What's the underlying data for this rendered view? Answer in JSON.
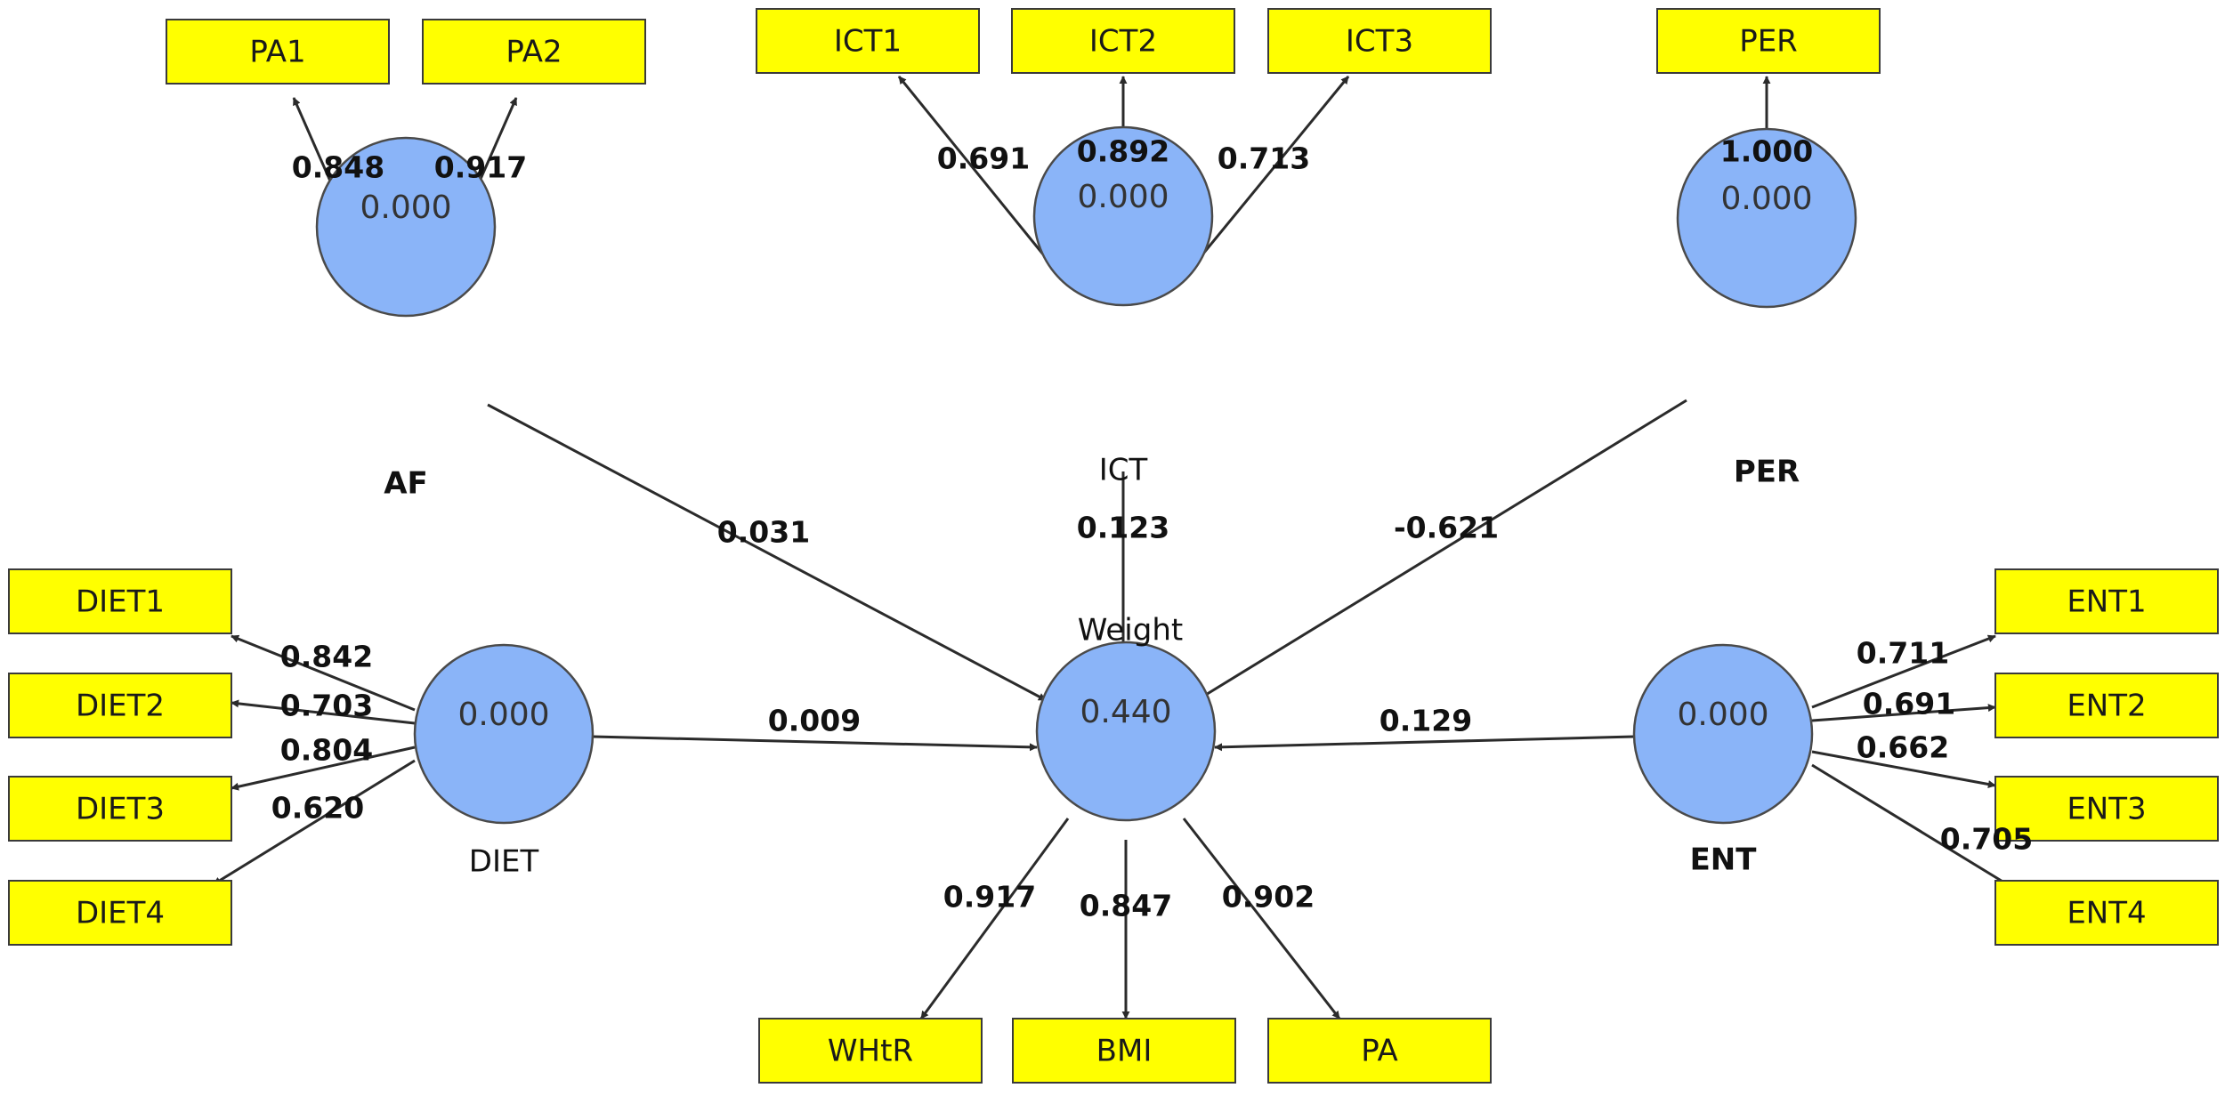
{
  "constructs": [
    {
      "id": "AF",
      "name": "AF",
      "value": "0.000"
    },
    {
      "id": "ICT",
      "name": "ICT",
      "value": "0.000"
    },
    {
      "id": "PER",
      "name": "PER",
      "value": "0.000"
    },
    {
      "id": "DIET",
      "name": "DIET",
      "value": "0.000"
    },
    {
      "id": "WEIGHT",
      "name": "Weight",
      "value": "0.440"
    },
    {
      "id": "ENT",
      "name": "ENT",
      "value": "0.000"
    }
  ],
  "indicators": [
    {
      "id": "PA1",
      "label": "PA1"
    },
    {
      "id": "PA2",
      "label": "PA2"
    },
    {
      "id": "ICT1",
      "label": "ICT1"
    },
    {
      "id": "ICT2",
      "label": "ICT2"
    },
    {
      "id": "ICT3",
      "label": "ICT3"
    },
    {
      "id": "PER_IND",
      "label": "PER"
    },
    {
      "id": "DIET1",
      "label": "DIET1"
    },
    {
      "id": "DIET2",
      "label": "DIET2"
    },
    {
      "id": "DIET3",
      "label": "DIET3"
    },
    {
      "id": "DIET4",
      "label": "DIET4"
    },
    {
      "id": "ENT1",
      "label": "ENT1"
    },
    {
      "id": "ENT2",
      "label": "ENT2"
    },
    {
      "id": "ENT3",
      "label": "ENT3"
    },
    {
      "id": "ENT4",
      "label": "ENT4"
    },
    {
      "id": "WHTR",
      "label": "WHtR"
    },
    {
      "id": "BMI",
      "label": "BMI"
    },
    {
      "id": "PA",
      "label": "PA"
    }
  ],
  "edges": [
    {
      "from": "AF",
      "to": "PA1",
      "weight": "0.848"
    },
    {
      "from": "AF",
      "to": "PA2",
      "weight": "0.917"
    },
    {
      "from": "ICT",
      "to": "ICT1",
      "weight": "0.691"
    },
    {
      "from": "ICT",
      "to": "ICT2",
      "weight": "0.892"
    },
    {
      "from": "ICT",
      "to": "ICT3",
      "weight": "0.713"
    },
    {
      "from": "PER",
      "to": "PER_IND",
      "weight": "1.000"
    },
    {
      "from": "DIET",
      "to": "DIET1",
      "weight": "0.842"
    },
    {
      "from": "DIET",
      "to": "DIET2",
      "weight": "0.703"
    },
    {
      "from": "DIET",
      "to": "DIET3",
      "weight": "0.804"
    },
    {
      "from": "DIET",
      "to": "DIET4",
      "weight": "0.620"
    },
    {
      "from": "ENT",
      "to": "ENT1",
      "weight": "0.711"
    },
    {
      "from": "ENT",
      "to": "ENT2",
      "weight": "0.691"
    },
    {
      "from": "ENT",
      "to": "ENT3",
      "weight": "0.662"
    },
    {
      "from": "ENT",
      "to": "ENT4",
      "weight": "0.705"
    },
    {
      "from": "WEIGHT",
      "to": "WHTR",
      "weight": "0.917"
    },
    {
      "from": "WEIGHT",
      "to": "BMI",
      "weight": "0.847"
    },
    {
      "from": "WEIGHT",
      "to": "PA",
      "weight": "0.902"
    },
    {
      "from": "AF",
      "to": "WEIGHT",
      "weight": "0.031"
    },
    {
      "from": "ICT",
      "to": "WEIGHT",
      "weight": "0.123"
    },
    {
      "from": "PER",
      "to": "WEIGHT",
      "weight": "-0.621"
    },
    {
      "from": "DIET",
      "to": "WEIGHT",
      "weight": "0.009"
    },
    {
      "from": "ENT",
      "to": "WEIGHT",
      "weight": "0.129"
    }
  ],
  "colors": {
    "indicator_fill": "#ffff00",
    "construct_fill": "#8ab4f8",
    "edge": "#2b2b2b"
  }
}
